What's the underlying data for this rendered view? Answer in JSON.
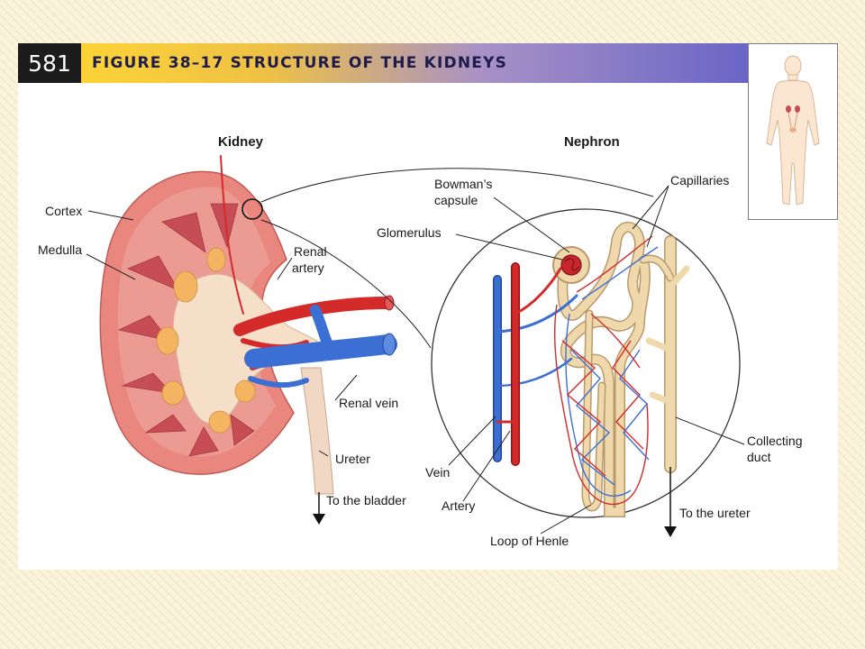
{
  "page_number": "581",
  "figure_title": "FIGURE 38–17 STRUCTURE OF THE KIDNEYS",
  "kidney": {
    "title": "Kidney",
    "labels": {
      "cortex": "Cortex",
      "medulla": "Medulla",
      "renal_artery_1": "Renal",
      "renal_artery_2": "artery",
      "renal_vein": "Renal vein",
      "ureter": "Ureter",
      "to_bladder": "To the bladder"
    }
  },
  "nephron": {
    "title": "Nephron",
    "labels": {
      "bowmans_1": "Bowman’s",
      "bowmans_2": "capsule",
      "glomerulus": "Glomerulus",
      "capillaries": "Capillaries",
      "collecting_1": "Collecting",
      "collecting_2": "duct",
      "vein": "Vein",
      "artery": "Artery",
      "loop_of_henle": "Loop of Henle",
      "to_ureter": "To the ureter"
    }
  },
  "colors": {
    "artery": "#d42a2a",
    "vein": "#3b6fd4",
    "tubule": "#efd9ac",
    "kidney_cortex": "#e9877f",
    "kidney_medulla": "#c64c55",
    "pelvis": "#f6dfc8"
  }
}
